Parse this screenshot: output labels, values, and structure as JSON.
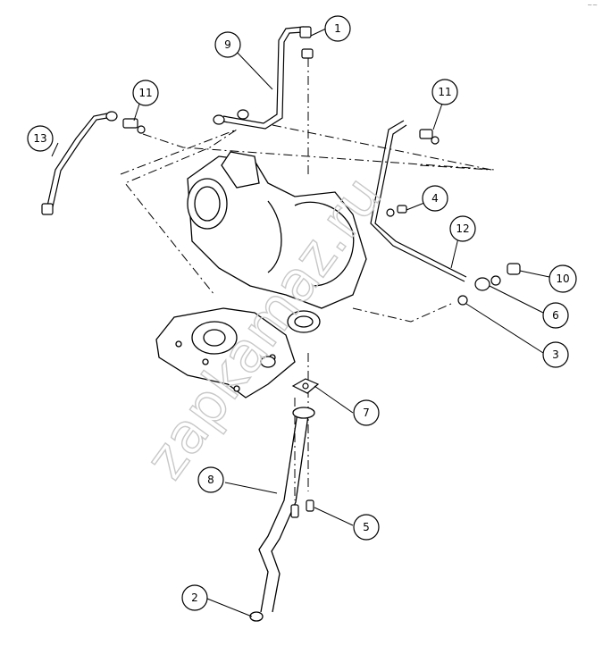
{
  "watermark": "zapkamaz.ru",
  "corner_mark": "~~",
  "callouts": [
    {
      "id": "c1",
      "label": "1"
    },
    {
      "id": "c2",
      "label": "2"
    },
    {
      "id": "c3",
      "label": "3"
    },
    {
      "id": "c4",
      "label": "4"
    },
    {
      "id": "c5",
      "label": "5"
    },
    {
      "id": "c6",
      "label": "6"
    },
    {
      "id": "c7",
      "label": "7"
    },
    {
      "id": "c8",
      "label": "8"
    },
    {
      "id": "c9",
      "label": "9"
    },
    {
      "id": "c10",
      "label": "10"
    },
    {
      "id": "c11a",
      "label": "11"
    },
    {
      "id": "c11b",
      "label": "11"
    },
    {
      "id": "c12",
      "label": "12"
    },
    {
      "id": "c13",
      "label": "13"
    }
  ]
}
